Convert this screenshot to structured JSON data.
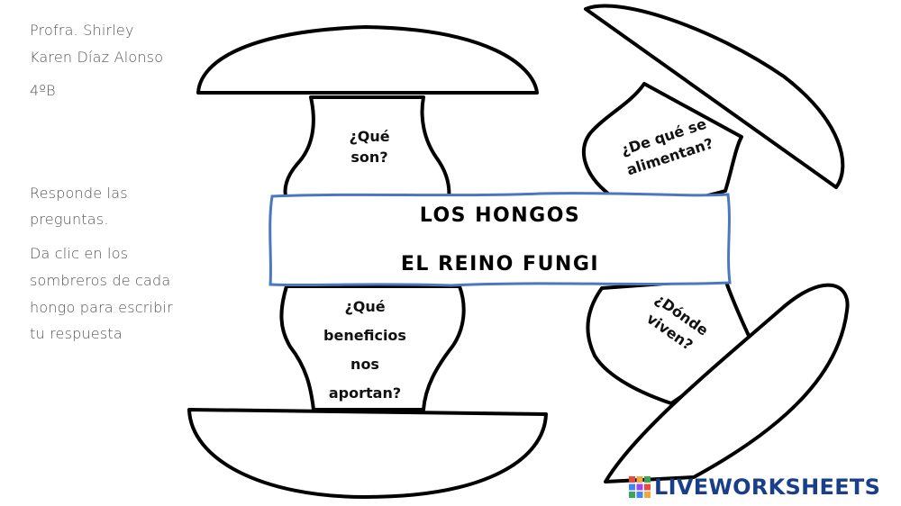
{
  "teacher": {
    "line1": "Profra. Shirley",
    "line2": "Karen Díaz Alonso",
    "grade": "4ºB"
  },
  "instructions": {
    "p1_line1": "Responde las",
    "p1_line2": "preguntas.",
    "p2_line1": "Da clic en los",
    "p2_line2": "sombreros de cada",
    "p2_line3": "hongo para escribir",
    "p2_line4": "tu respuesta"
  },
  "title": {
    "line1": "LOS HONGOS",
    "line2": "EL REINO FUNGI"
  },
  "questions": {
    "q1": {
      "line1": "¿Qué",
      "line2": "son?"
    },
    "q2": {
      "line1": "¿De qué se",
      "line2": "alimentan?"
    },
    "q3": {
      "line1": "¿Qué",
      "line2": "beneficios",
      "line3": "nos",
      "line4": "aportan?"
    },
    "q4": {
      "line1": "¿Dónde",
      "line2": "viven?"
    }
  },
  "brand": {
    "name": "LIVEWORKSHEETS"
  },
  "colors": {
    "title_border": "#4a78c0",
    "brand": "#1a3f8a",
    "outline": "#000000"
  }
}
